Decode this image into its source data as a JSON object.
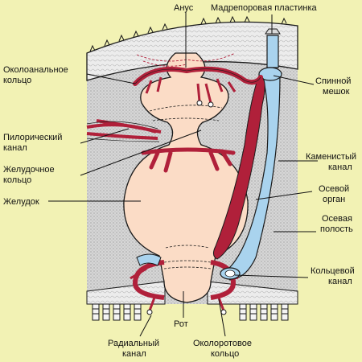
{
  "labels": {
    "anus": "Анус",
    "madreporite": "Мадрепоровая пластинка",
    "circumanal_ring_1": "Околоанальное",
    "circumanal_ring_2": "кольцо",
    "dorsal_sac_1": "Спинной",
    "dorsal_sac_2": "мешок",
    "pyloric_canal_1": "Пилорический",
    "pyloric_canal_2": "канал",
    "stone_canal_1": "Каменистый",
    "stone_canal_2": "канал",
    "gastric_ring_1": "Желудочное",
    "gastric_ring_2": "кольцо",
    "axial_organ_1": "Осевой",
    "axial_organ_2": "орган",
    "stomach": "Желудок",
    "axial_cavity_1": "Осевая",
    "axial_cavity_2": "полость",
    "ring_canal_1": "Кольцевой",
    "ring_canal_2": "канал",
    "mouth": "Рот",
    "radial_canal_1": "Радиальный",
    "radial_canal_2": "канал",
    "circumoral_ring_1": "Околоротовое",
    "circumoral_ring_2": "кольцо"
  },
  "colors": {
    "background": "#f2f2b4",
    "body_wall": "#d9d9d9",
    "stomach": "#fbdcc6",
    "blood_vessel": "#b0203a",
    "water_canal": "#a9d3ee",
    "outline": "#1a1a1a"
  }
}
